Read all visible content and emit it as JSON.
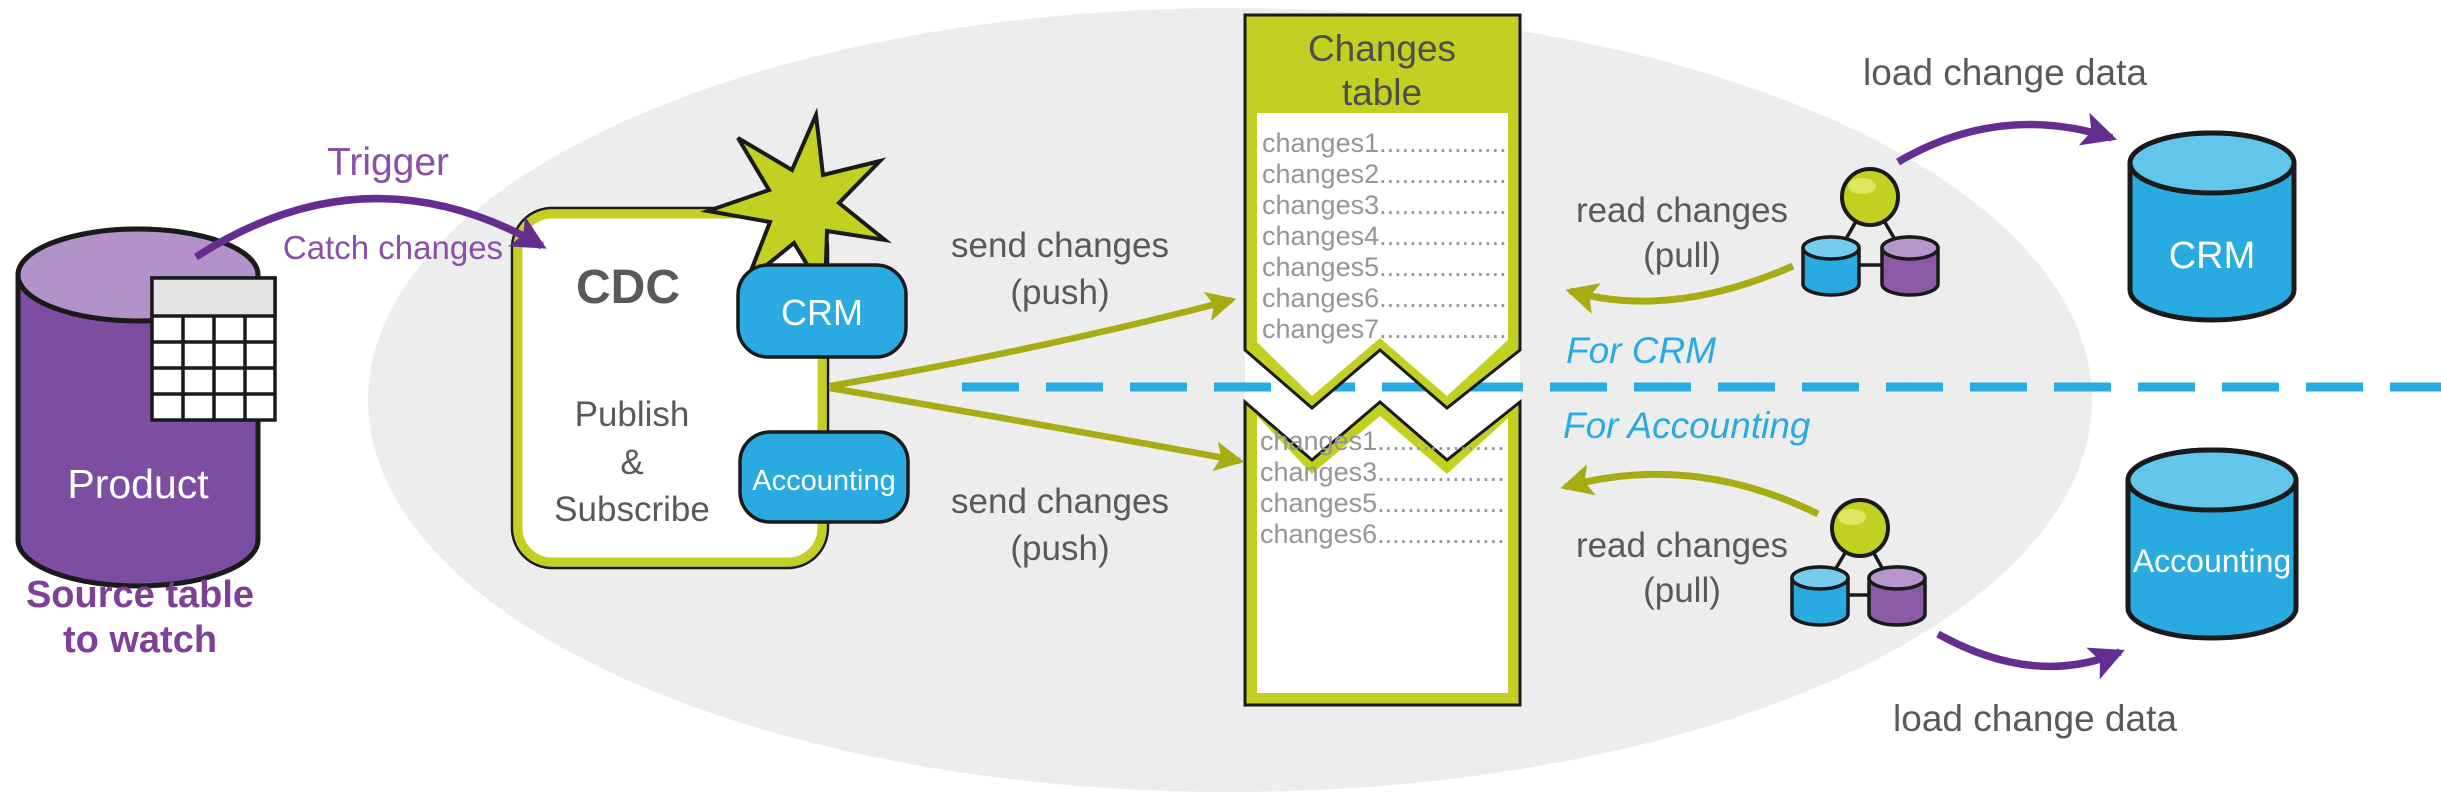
{
  "source": {
    "trigger_label": "Trigger",
    "catch_label": "Catch changes",
    "cylinder_label": "Product",
    "caption_line1": "Source table",
    "caption_line2": "to watch"
  },
  "cdc_box": {
    "title": "CDC",
    "line1": "Publish",
    "line2": "&",
    "line3": "Subscribe",
    "crm_badge": "CRM",
    "accounting_badge": "Accounting"
  },
  "changes_table": {
    "header_line1": "Changes",
    "header_line2": "table",
    "upper_rows": [
      "changes1.................",
      "changes2.................",
      "changes3.................",
      "changes4.................",
      "changes5.................",
      "changes6.................",
      "changes7................."
    ],
    "lower_rows": [
      "changes1.................",
      "changes3.................",
      "changes5.................",
      "changes6................."
    ]
  },
  "flows": {
    "send_line1": "send changes",
    "send_line2": "(push)",
    "read_line1": "read changes",
    "read_line2": "(pull)",
    "load_label": "load change data",
    "lane_crm": "For CRM",
    "lane_accounting": "For Accounting"
  },
  "targets": {
    "crm": "CRM",
    "accounting": "Accounting"
  },
  "colors": {
    "olive_fill": "#C3D021",
    "olive_arrow": "#A6AC12",
    "blue": "#29ABE2",
    "purple_arrow": "#662D91",
    "purple_text": "#8A4FA8",
    "purple_caption": "#7D3F98",
    "purple_cylinder": "#7C4DA0",
    "gray_text": "#58595B",
    "row_text": "#939598",
    "blob_gray": "#EDEDEE"
  }
}
